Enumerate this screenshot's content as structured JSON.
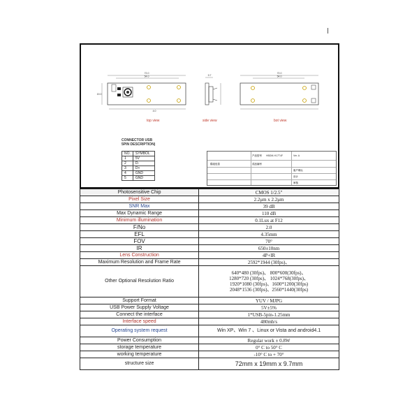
{
  "drawing": {
    "top_view_label": "top view",
    "side_view_label": "side view",
    "bot_view_label": "bot view",
    "dim_72": "72.0",
    "dim_54": "54.0",
    "dim_19": "19.0",
    "dim_9_7": "9.7",
    "dim_4_0": "4.0"
  },
  "connector": {
    "title_line1": "CONNECTOR USB",
    "title_line2": "5PIN DESCRIPTION)",
    "header": {
      "no": "NO.",
      "symbol": "SYMBOL"
    },
    "pins": [
      {
        "no": "1",
        "symbol": "5V"
      },
      {
        "no": "2",
        "symbol": "D-"
      },
      {
        "no": "3",
        "symbol": "D+"
      },
      {
        "no": "4",
        "symbol": "GND"
      },
      {
        "no": "5",
        "symbol": "GND"
      }
    ]
  },
  "label_block": {
    "model_label": "产品型号",
    "model_value": "HBDM-H17T4F",
    "ver": "Ver. A",
    "rows": [
      "模组信息",
      "成品编号",
      "客户确认",
      "设计",
      "审核"
    ]
  },
  "spec_rows": [
    {
      "param": "Photosensitive Chip",
      "value": "CMOS   1/2.5\"",
      "param_style": "",
      "value_style": ""
    },
    {
      "param": "Pixel Size",
      "value": "2.2μm x 2.2μm",
      "param_style": "accent",
      "value_style": ""
    },
    {
      "param": "SNR Max",
      "value": "39 dB",
      "param_style": "blue",
      "value_style": ""
    },
    {
      "param": "Max Dynamic Range",
      "value": "110 dB",
      "param_style": "",
      "value_style": ""
    },
    {
      "param": "Minimum illumination",
      "value": "0.1Lux at F12",
      "param_style": "accent",
      "value_style": ""
    },
    {
      "param": "F/No",
      "value": "2.0",
      "param_style": "big",
      "value_style": ""
    },
    {
      "param": "EFL",
      "value": "4.35mm",
      "param_style": "big",
      "value_style": ""
    },
    {
      "param": "FOV",
      "value": "70°",
      "param_style": "big",
      "value_style": ""
    },
    {
      "param": "IR",
      "value": "650±10nm",
      "param_style": "big",
      "value_style": ""
    },
    {
      "param": "Lens Construction",
      "value": "4P+IR",
      "param_style": "accent",
      "value_style": ""
    },
    {
      "param": "Maximum Resolution and Frame Rate",
      "value": "2592*1944 (30fps)、",
      "param_style": "",
      "value_style": ""
    }
  ],
  "resolution_row": {
    "param": "Other Optional Resolution Ratio",
    "lines": [
      "640*480 (30fps)、  800*600(30fps)、",
      "1280*720 (30fps)、 1024*768(30fps)、",
      "1920*1080 (30fps)、1600*1200(30fps)",
      "2048*1536 (30fps)、2560*1440(30fps)"
    ]
  },
  "spec_rows_2": [
    {
      "param": "Support Format",
      "value": "YUV / MJPG",
      "param_style": "",
      "value_style": ""
    },
    {
      "param": "USB Power Supply Voltage",
      "value": "5V±5%",
      "param_style": "",
      "value_style": ""
    },
    {
      "param": "Connect the interface",
      "value": "1*USB-5pin-1.25mm",
      "param_style": "",
      "value_style": ""
    },
    {
      "param": "Interface speed",
      "value": "480mb/s",
      "param_style": "accent",
      "value_style": ""
    }
  ],
  "os_row": {
    "param": "Operating system request",
    "value": "Win XP、Win 7 、Linux or Vista and android4.1"
  },
  "spec_rows_3": [
    {
      "param": "Power Consumption",
      "value": "Regular work  ±  0.8W"
    },
    {
      "param": "storage temperature",
      "value": "0° C to 50° C"
    },
    {
      "param": "working temperature",
      "value": "-10° C to + 70°"
    }
  ],
  "size_row": {
    "param": "structure size",
    "value": "72mm x 19mm x 9.7mm"
  }
}
